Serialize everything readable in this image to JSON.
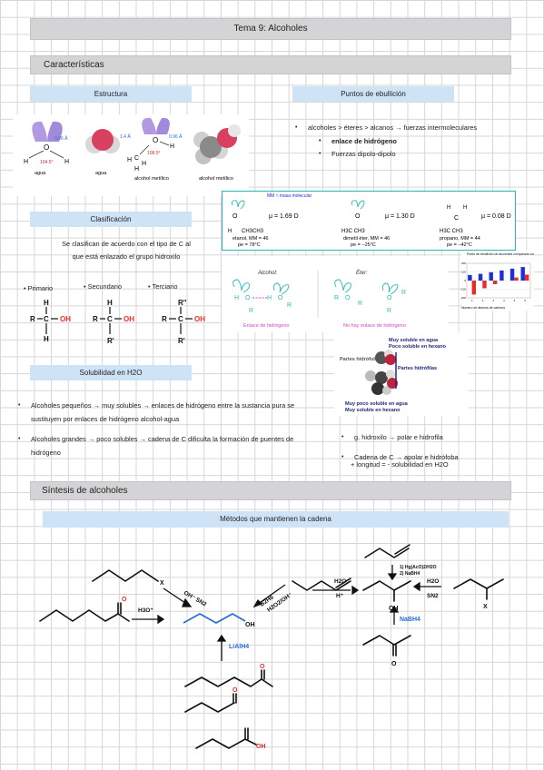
{
  "title": "Tema 9: Alcoholes",
  "sections": {
    "caracteristicas": "Características",
    "sintesis": "Síntesis de alcoholes"
  },
  "headers": {
    "estructura": "Estructura",
    "ebullicion": "Puntos de ebullición",
    "clasificacion": "Clasificación",
    "solubilidad": "Solubilidad en H2O",
    "metodos": "Métodos que mantienen la cadena"
  },
  "estructura": {
    "labels": [
      "agua",
      "agua",
      "alcohol metílico",
      "alcohol metílico"
    ],
    "values": [
      "0.96 Å",
      "104.5°",
      "1.4 Å",
      "0.96 Å",
      "108.9°"
    ]
  },
  "ebullicion": {
    "bullets": [
      {
        "text": "alcoholes > éteres > alcanos → fuerzas intermoleculares",
        "bold": false
      },
      {
        "text": "enlace de hidrógeno",
        "bold": true
      },
      {
        "text": "Fuerzas dipolo-dipolo",
        "bold": false
      }
    ],
    "box_title": "MM ≈ masa molecular",
    "compounds": [
      {
        "mu": "μ = 1.69 D",
        "name": "etanol, MM = 46",
        "bp": "pe = 78°C",
        "formula": "CH3CH3"
      },
      {
        "mu": "μ = 1.30 D",
        "name": "dimetil éter, MM = 46",
        "bp": "pe = −25°C",
        "formula": "H3C   CH3"
      },
      {
        "mu": "μ = 0.08 D",
        "name": "propano, MM = 44",
        "bp": "pe = −42°C",
        "formula": "H3C   CH3"
      }
    ],
    "alcohol_label": "Alcohol:",
    "eter_label": "Éter:",
    "enlace_label": "Enlace de hidrógeno",
    "no_enlace_label": "No hay enlace de hidrógeno"
  },
  "clasificacion": {
    "text1": "Se clasifican de acuerdo con el tipo de C al",
    "text2": "que está enlazado el grupo hidroxilo",
    "types": [
      "Primario",
      "Secundario",
      "Terciario"
    ]
  },
  "solubilidad": {
    "bullets": [
      "Alcoholes pequeños → muy solubles → enlaces de hidrógeno entre la sustancia pura se sustituyen por enlaces de hidrógeno alcohol-agua",
      "Alcoholes grandes → poco solubles → cadena de C dificulta la formación de puentes de hidrógeno"
    ],
    "right": [
      "g. hidroxilo → polar e hidrofila",
      "Cadena de C → apolar e hidrófoba"
    ],
    "right_extra": "+ longitud = - solubilidad en H2O",
    "image_labels": {
      "top1": "Muy soluble en agua",
      "top2": "Poco soluble en hexano",
      "partes_hidrofobas": "Partes hidrófobas",
      "partes_hidrofilas": "Partes hidrófilas",
      "bot1": "Muy poco soluble en agua",
      "bot2": "Muy soluble en hexano"
    }
  },
  "chart_data": {
    "type": "bar",
    "title": "Punto de ebullición de alcoholes comparado con alcanos",
    "xlabel": "Número de átomos de carbono",
    "ylabel": "",
    "categories": [
      "1",
      "2",
      "3",
      "4",
      "5",
      "6"
    ],
    "series": [
      {
        "name": "alcoholes",
        "values": [
          65,
          78,
          97,
          117,
          138,
          157
        ]
      },
      {
        "name": "alcanos",
        "values": [
          -162,
          -89,
          -42,
          0,
          36,
          69
        ]
      }
    ],
    "ylim": [
      -200,
      200
    ],
    "colors": {
      "alcoholes": "#1f2fd6",
      "alcanos": "#e0302a"
    }
  },
  "sintesis": {
    "reagents": {
      "oh_sn2": "OH⁻ SN2",
      "h3o": "H3O⁺",
      "b2h6": "B2H6",
      "h2o2": "H2O2/OH⁻",
      "h2o_top": "H2O",
      "h_plus": "H⁺",
      "hg": "1) Hg(AcO)2/H2O",
      "nabh4_2": "2) NaBH4",
      "h2o_right": "H2O",
      "sn2": "SN2",
      "nabh4": "NaBH4",
      "lialh4": "LiAlH4"
    },
    "atoms": {
      "x": "X",
      "oh": "OH",
      "o": "O"
    }
  },
  "colors": {
    "header_grey": "#d4d4d6",
    "header_blue": "#cfe3f6",
    "red": "#e0302a",
    "blue_text": "#2a6fd6",
    "teal": "#2ab7b4",
    "magenta": "#e040c0"
  }
}
